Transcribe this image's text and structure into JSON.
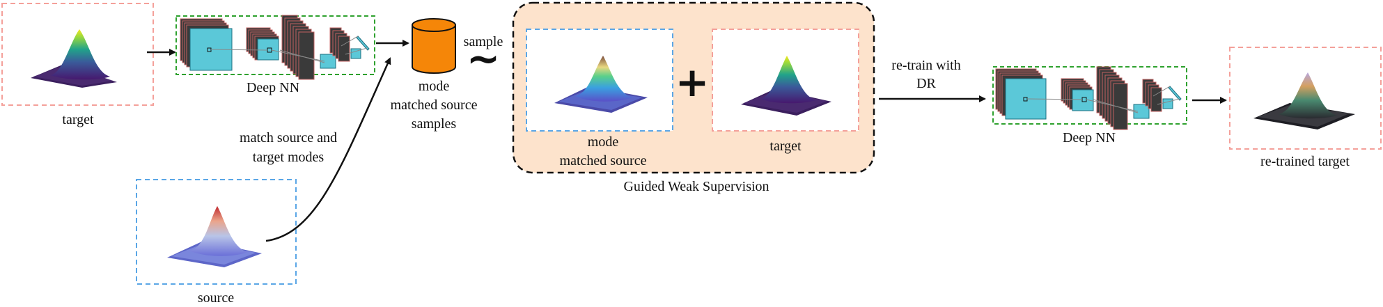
{
  "labels": {
    "target_top": "target",
    "deep_nn_1": "Deep NN",
    "mode_store": [
      "mode",
      "matched source",
      "samples"
    ],
    "sample": "sample",
    "tilde": "~",
    "match_modes": [
      "match source and",
      "target modes"
    ],
    "source": "source",
    "gws_mode_source": [
      "mode",
      "matched source"
    ],
    "gws_target": "target",
    "plus": "+",
    "gws_title": "Guided Weak Supervision",
    "retrain": [
      "re-train with",
      "DR"
    ],
    "deep_nn_2": "Deep NN",
    "retrained_target": "re-trained target"
  },
  "colors": {
    "target_border": "#f4a09a",
    "source_border": "#5aa6e6",
    "nn_border": "#2ea12e",
    "gws_fill": "#fde3cc",
    "cylinder": "#f58608",
    "nn_block": "#5bc8d8"
  }
}
